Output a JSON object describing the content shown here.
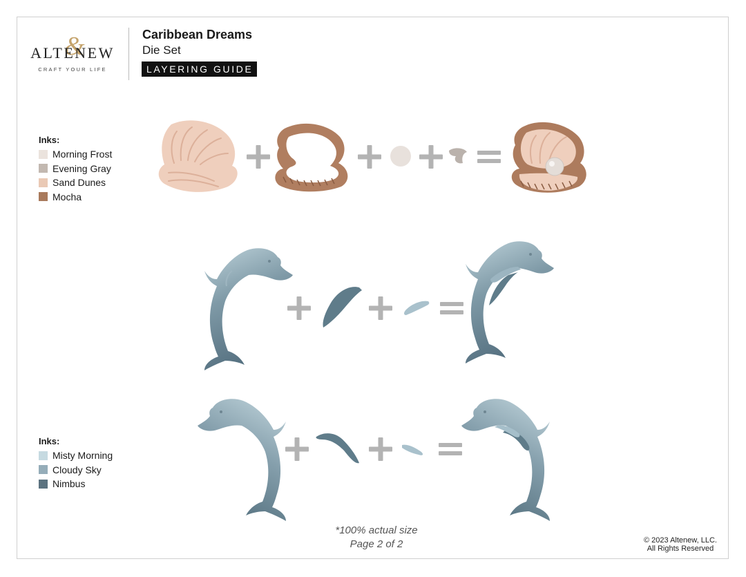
{
  "brand": {
    "name": "ALTENEW",
    "tagline": "CRAFT YOUR LIFE"
  },
  "header": {
    "title": "Caribbean Dreams",
    "subtitle": "Die Set",
    "guide_label": "LAYERING GUIDE"
  },
  "inks_groups": [
    {
      "heading": "Inks:",
      "items": [
        {
          "name": "Morning Frost",
          "color": "#ebe3dd"
        },
        {
          "name": "Evening Gray",
          "color": "#c2b8b0"
        },
        {
          "name": "Sand Dunes",
          "color": "#eac9b5"
        },
        {
          "name": "Mocha",
          "color": "#a97a5c"
        }
      ]
    },
    {
      "heading": "Inks:",
      "items": [
        {
          "name": "Misty Morning",
          "color": "#c6dae1"
        },
        {
          "name": "Cloudy Sky",
          "color": "#95adb9"
        },
        {
          "name": "Nimbus",
          "color": "#5c7380"
        }
      ]
    }
  ],
  "footer": {
    "size_note": "*100% actual size",
    "page_note": "Page 2 of 2",
    "copyright": "© 2023 Altenew, LLC.",
    "rights": "All Rights Reserved"
  },
  "colors": {
    "operator": "#b3b3b3",
    "shell_pink": "#efcfbd",
    "shell_line": "#dcb09a",
    "shell_outline": "#a8775a",
    "pearl": "#e6e0dc",
    "hinge": "#b8b0aa",
    "dolphin_light": "#b9ced6",
    "dolphin_dark": "#5a7582",
    "fin_dark": "#6a8795",
    "fin_light": "#a9c1cc"
  }
}
